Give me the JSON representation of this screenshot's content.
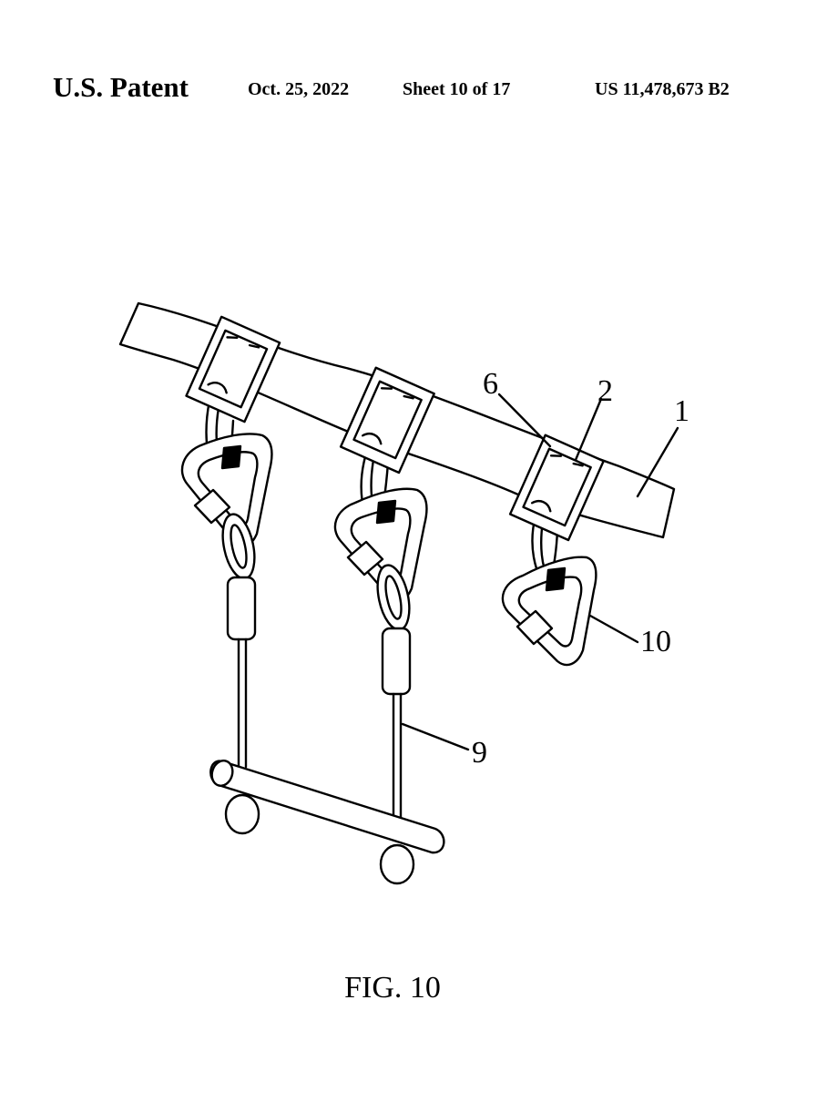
{
  "header": {
    "title": "U.S. Patent",
    "date": "Oct. 25, 2022",
    "sheet": "Sheet 10 of 17",
    "patent_number": "US 11,478,673 B2"
  },
  "figure": {
    "label": "FIG. 10",
    "reference_numerals": {
      "belt": "1",
      "buckle": "2",
      "slot": "6",
      "rope": "9",
      "carabiner": "10"
    }
  },
  "colors": {
    "ink": "#000000",
    "paper": "#ffffff"
  }
}
